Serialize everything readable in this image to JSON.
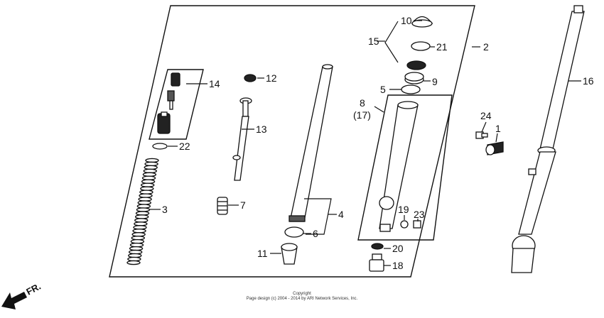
{
  "callouts": [
    "1",
    "2",
    "3",
    "4",
    "5",
    "6",
    "7",
    "8",
    "9",
    "10",
    "11",
    "12",
    "13",
    "14",
    "15",
    "16",
    "17",
    "18",
    "19",
    "20",
    "21",
    "22",
    "23",
    "24"
  ],
  "callout_17_label": "(17)",
  "direction_label": "FR.",
  "copyright": {
    "line1": "Copyright",
    "line2": "Page design (c) 2004 - 2014 by ARI Network Services, Inc."
  },
  "colors": {
    "ink": "#111111",
    "background": "#ffffff"
  }
}
